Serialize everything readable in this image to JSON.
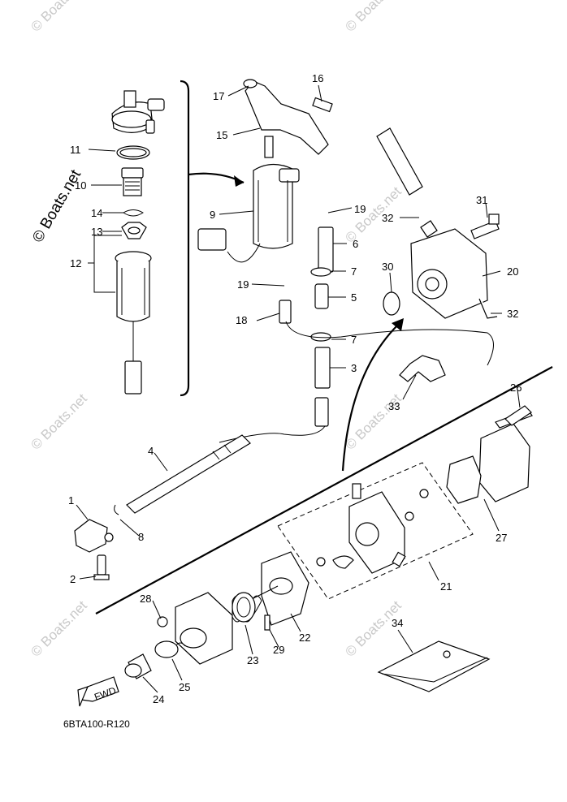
{
  "watermark": "© Boats.net",
  "reference_code": "6BTA100-R120",
  "fwd_label": "FWD",
  "callouts": {
    "p1": "1",
    "p2": "2",
    "p3": "3",
    "p4": "4",
    "p5": "5",
    "p6": "6",
    "p7a": "7",
    "p7b": "7",
    "p8": "8",
    "p9": "9",
    "p10": "10",
    "p11": "11",
    "p12": "12",
    "p13": "13",
    "p14": "14",
    "p15": "15",
    "p16": "16",
    "p17": "17",
    "p18": "18",
    "p19a": "19",
    "p19b": "19",
    "p20": "20",
    "p21": "21",
    "p22": "22",
    "p23": "23",
    "p24": "24",
    "p25": "25",
    "p26": "26",
    "p27": "27",
    "p28": "28",
    "p29": "29",
    "p30": "30",
    "p31": "31",
    "p32a": "32",
    "p32b": "32",
    "p33": "33",
    "p34": "34"
  }
}
